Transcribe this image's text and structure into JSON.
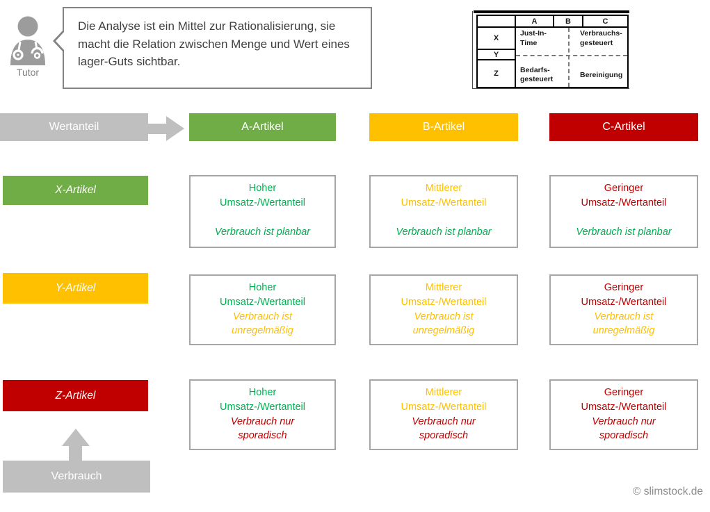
{
  "tutor": {
    "label": "Tutor",
    "message": "Die Analyse ist ein Mittel zur Rationalisierung, sie macht die Relation zwischen Menge und Wert eines lager-Guts sichtbar."
  },
  "mini_table": {
    "columns": [
      "A",
      "B",
      "C"
    ],
    "rows": [
      "X",
      "Y",
      "Z"
    ],
    "quadrants": {
      "top_left": "Just-In-\nTime",
      "top_right": "Verbrauchs-\ngesteuert",
      "bottom_left": "Bedarfs-\ngesteuert",
      "bottom_right": "Bereinigung"
    }
  },
  "colors": {
    "green": "#70AD47",
    "yellow": "#FFC000",
    "red": "#C00000",
    "gray": "#BFBFBF",
    "text_green": "#00B050",
    "text_yellow": "#FFC000",
    "text_red": "#C00000"
  },
  "header": {
    "axis_label": "Wertanteil",
    "columns": [
      {
        "label": "A-Artikel",
        "color": "#70AD47"
      },
      {
        "label": "B-Artikel",
        "color": "#FFC000"
      },
      {
        "label": "C-Artikel",
        "color": "#C00000"
      }
    ]
  },
  "row_labels": [
    {
      "label": "X-Artikel",
      "color": "#70AD47"
    },
    {
      "label": "Y-Artikel",
      "color": "#FFC000"
    },
    {
      "label": "Z-Artikel",
      "color": "#C00000"
    }
  ],
  "matrix": {
    "rows": [
      {
        "cells": [
          {
            "heading": "Hoher\nUmsatz-/Wertanteil",
            "heading_color": "#00B050",
            "note": "Verbrauch ist planbar",
            "note_color": "#00B050"
          },
          {
            "heading": "Mittlerer\nUmsatz-/Wertanteil",
            "heading_color": "#FFC000",
            "note": "Verbrauch ist planbar",
            "note_color": "#00B050"
          },
          {
            "heading": "Geringer\nUmsatz-/Wertanteil",
            "heading_color": "#C00000",
            "note": "Verbrauch ist planbar",
            "note_color": "#00B050"
          }
        ]
      },
      {
        "cells": [
          {
            "heading": "Hoher\nUmsatz-/Wertanteil",
            "heading_color": "#00B050",
            "note": "Verbrauch ist\nunregelmäßig",
            "note_color": "#FFC000"
          },
          {
            "heading": "Mittlerer\nUmsatz-/Wertanteil",
            "heading_color": "#FFC000",
            "note": "Verbrauch ist\nunregelmäßig",
            "note_color": "#FFC000"
          },
          {
            "heading": "Geringer\nUmsatz-/Wertanteil",
            "heading_color": "#C00000",
            "note": "Verbrauch ist\nunregelmäßig",
            "note_color": "#FFC000"
          }
        ]
      },
      {
        "cells": [
          {
            "heading": "Hoher\nUmsatz-/Wertanteil",
            "heading_color": "#00B050",
            "note": "Verbrauch nur\nsporadisch",
            "note_color": "#C00000"
          },
          {
            "heading": "Mittlerer\nUmsatz-/Wertanteil",
            "heading_color": "#FFC000",
            "note": "Verbrauch nur\nsporadisch",
            "note_color": "#C00000"
          },
          {
            "heading": "Geringer\nUmsatz-/Wertanteil",
            "heading_color": "#C00000",
            "note": "Verbrauch nur\nsporadisch",
            "note_color": "#C00000"
          }
        ]
      }
    ]
  },
  "bottom": {
    "axis_label": "Verbrauch"
  },
  "footer": {
    "copyright": "© slimstock.de"
  }
}
